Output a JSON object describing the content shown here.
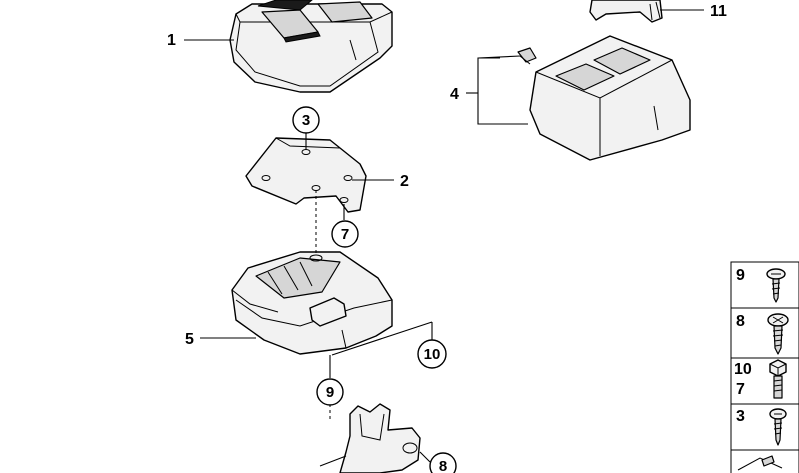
{
  "callouts": {
    "part_1": "1",
    "part_2": "2",
    "part_3": "3",
    "part_4": "4",
    "part_5": "5",
    "part_7": "7",
    "part_8": "8",
    "part_9": "9",
    "part_10": "10",
    "part_11": "11"
  },
  "legend": [
    {
      "labels": [
        "9"
      ],
      "icon": "pan-head-screw-icon"
    },
    {
      "labels": [
        "8"
      ],
      "icon": "self-tapping-screw-icon"
    },
    {
      "labels": [
        "10",
        "7"
      ],
      "icon": "hex-bolt-icon"
    },
    {
      "labels": [
        "3"
      ],
      "icon": "short-screw-icon"
    },
    {
      "labels": [],
      "icon": "clip-fragment-icon"
    }
  ]
}
